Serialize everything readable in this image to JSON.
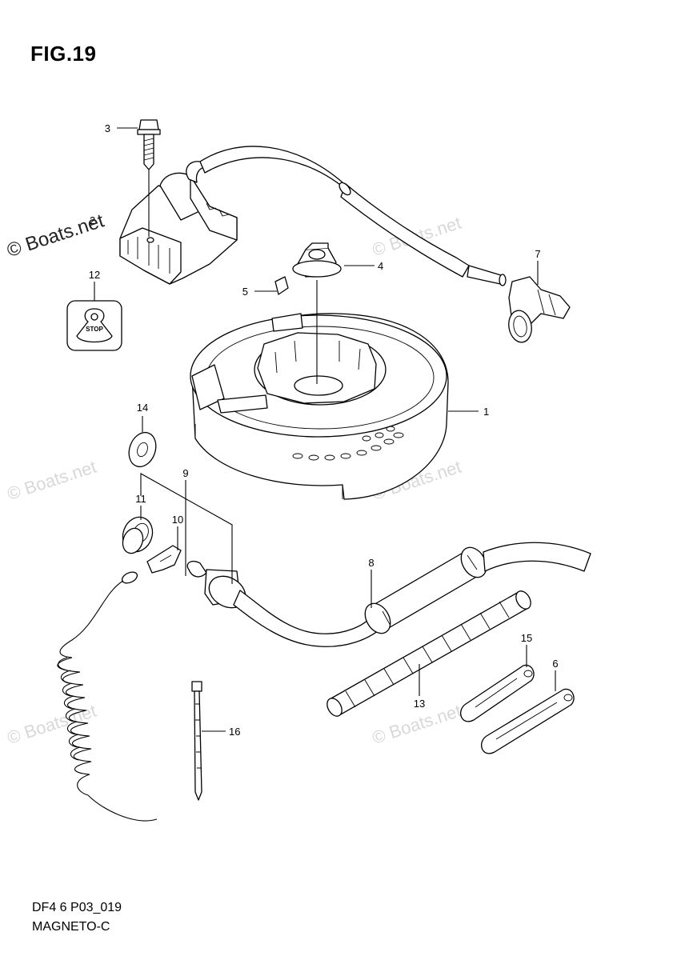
{
  "figure": {
    "title": "FIG.19",
    "footer_code": "DF4 6 P03_019",
    "footer_name": "MAGNETO-C"
  },
  "watermark": {
    "text": "© Boats.net"
  },
  "stop_switch": {
    "text": "STOP"
  },
  "callouts": [
    {
      "id": "callout-1",
      "label": "1"
    },
    {
      "id": "callout-2",
      "label": "2"
    },
    {
      "id": "callout-3",
      "label": "3"
    },
    {
      "id": "callout-4",
      "label": "4"
    },
    {
      "id": "callout-5",
      "label": "5"
    },
    {
      "id": "callout-6",
      "label": "6"
    },
    {
      "id": "callout-7",
      "label": "7"
    },
    {
      "id": "callout-8",
      "label": "8"
    },
    {
      "id": "callout-9",
      "label": "9"
    },
    {
      "id": "callout-10",
      "label": "10"
    },
    {
      "id": "callout-11",
      "label": "11"
    },
    {
      "id": "callout-12",
      "label": "12"
    },
    {
      "id": "callout-13",
      "label": "13"
    },
    {
      "id": "callout-14",
      "label": "14"
    },
    {
      "id": "callout-15",
      "label": "15"
    },
    {
      "id": "callout-16",
      "label": "16"
    }
  ]
}
